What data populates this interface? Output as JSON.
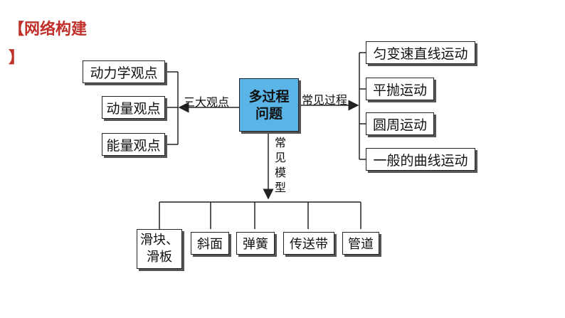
{
  "header": {
    "title_line1": "【网络构建",
    "title_line2": "】"
  },
  "diagram": {
    "center": {
      "line1": "多过程",
      "line2": "问题"
    },
    "left_label": "三大观点",
    "left_nodes": [
      "动力学观点",
      "动量观点",
      "能量观点"
    ],
    "right_label": "常见过程",
    "right_nodes": [
      "匀变速直线运动",
      "平抛运动",
      "圆周运动",
      "一般的曲线运动"
    ],
    "bottom_label": "常见模型",
    "bottom_nodes": [
      {
        "line1": "滑块、",
        "line2": "滑板"
      },
      {
        "line1": "斜面"
      },
      {
        "line1": "弹簧"
      },
      {
        "line1": "传送带"
      },
      {
        "line1": "管道"
      }
    ]
  }
}
